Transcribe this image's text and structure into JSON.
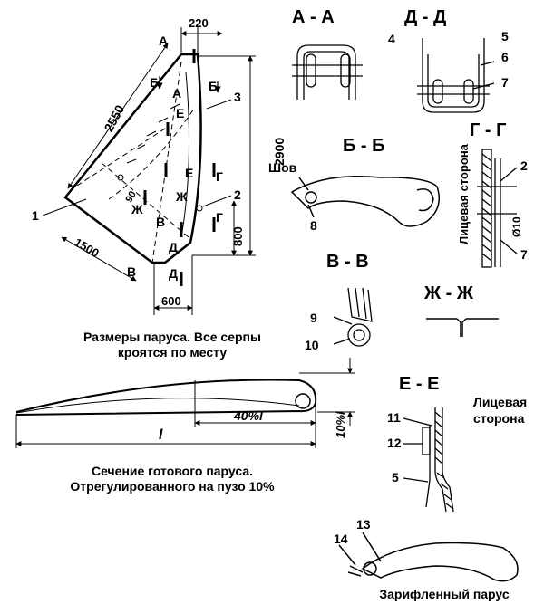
{
  "dimensions": {
    "top": "220",
    "diagonal": "2550",
    "height": "2900",
    "bottom_diag": "1500",
    "bottom_width": "600",
    "right_lower": "800",
    "angle": "90"
  },
  "sail_letters": {
    "a": "А",
    "b": "Б",
    "v": "В",
    "g": "Г",
    "d": "Д",
    "e": "Е",
    "zh": "Ж"
  },
  "numbers": {
    "n1": "1",
    "n2": "2",
    "n3": "3",
    "n4": "4",
    "n5": "5",
    "n6": "6",
    "n7": "7",
    "n8": "8",
    "n9": "9",
    "n10": "10",
    "n11": "11",
    "n12": "12",
    "n13": "13",
    "n14": "14"
  },
  "captions": {
    "sail_dims_line1": "Размеры паруса. Все серпы",
    "sail_dims_line2": "кроятся по месту",
    "section_line1": "Сечение готового паруса.",
    "section_line2": "Отрегулированного на пузо 10%",
    "reefed": "Зарифленный парус"
  },
  "sections": {
    "aa": "А - А",
    "dd": "Д - Д",
    "bb": "Б - Б",
    "gg": "Г - Г",
    "vv": "В - В",
    "zhzh": "Ж - Ж",
    "ee": "Е - Е"
  },
  "labels": {
    "seam": "Шов",
    "face_side_vertical": "Лицевая сторона",
    "face_side_line1": "Лицевая",
    "face_side_line2": "сторона",
    "phi10": "Ø10",
    "chord_l": "l",
    "forty_l": "40%l",
    "ten_l": "10%l"
  }
}
